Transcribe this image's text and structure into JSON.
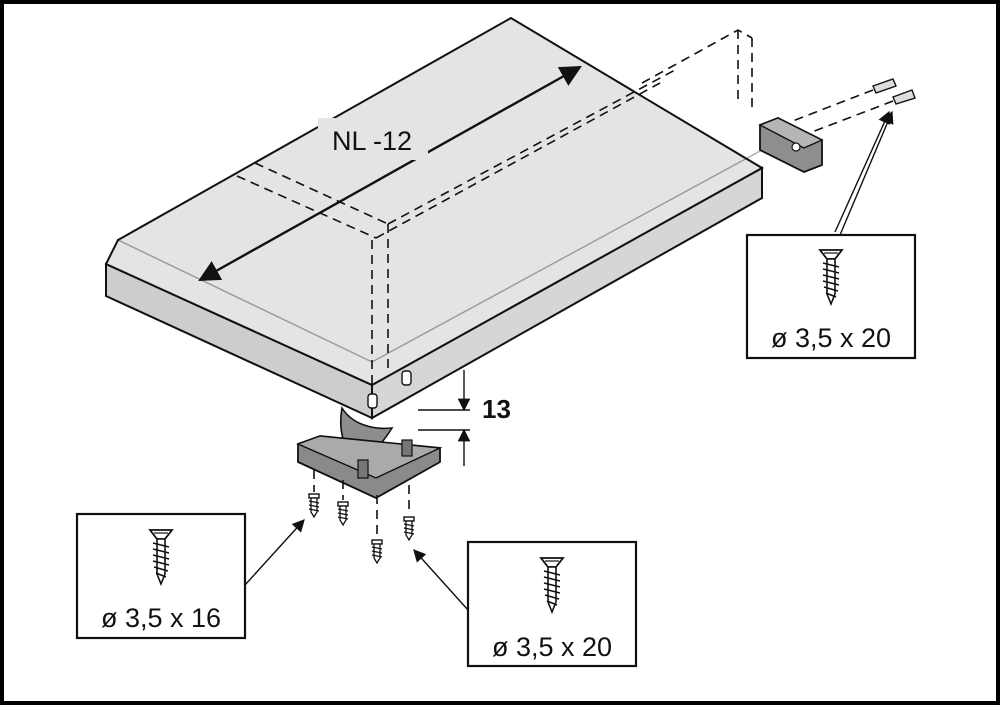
{
  "diagram": {
    "dimension_label": "NL -12",
    "gap_label": "13",
    "callouts": [
      {
        "id": "rear-screws",
        "label": "ø 3,5 x 20"
      },
      {
        "id": "bracket-screws-small",
        "label": "ø 3,5 x 16"
      },
      {
        "id": "bracket-screws-large",
        "label": "ø 3,5 x 20"
      }
    ]
  },
  "colors": {
    "background": "#000000",
    "panel": "#ffffff",
    "shelf_top": "#e2e2e2",
    "shelf_side": "#cfcfcf",
    "hardware": "#8a8a8a",
    "line": "#111111"
  }
}
